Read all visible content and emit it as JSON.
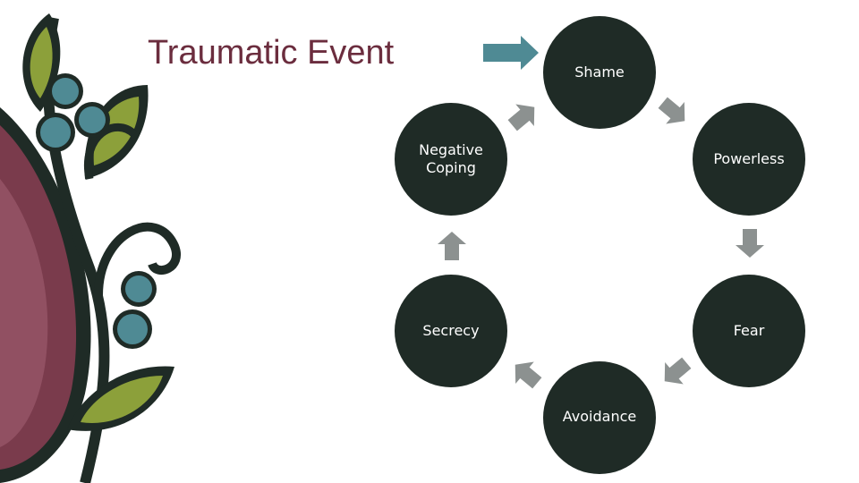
{
  "title": "Traumatic Event",
  "colors": {
    "title": "#6b2d3e",
    "node": "#1f2b26",
    "entry_arrow": "#4f8a94",
    "cycle_arrow": "#8c9190",
    "leaf": "#8ca03a",
    "berry": "#4f8a94",
    "petal": "#7a3b4c",
    "outline": "#1f2b26"
  },
  "decoration": {
    "icon": "floral-vine-illustration"
  },
  "cycle": [
    {
      "id": "shame",
      "label": "Shame"
    },
    {
      "id": "powerless",
      "label": "Powerless"
    },
    {
      "id": "fear",
      "label": "Fear"
    },
    {
      "id": "avoidance",
      "label": "Avoidance"
    },
    {
      "id": "secrecy",
      "label": "Secrecy"
    },
    {
      "id": "negative-coping",
      "label": "Negative\nCoping"
    }
  ]
}
